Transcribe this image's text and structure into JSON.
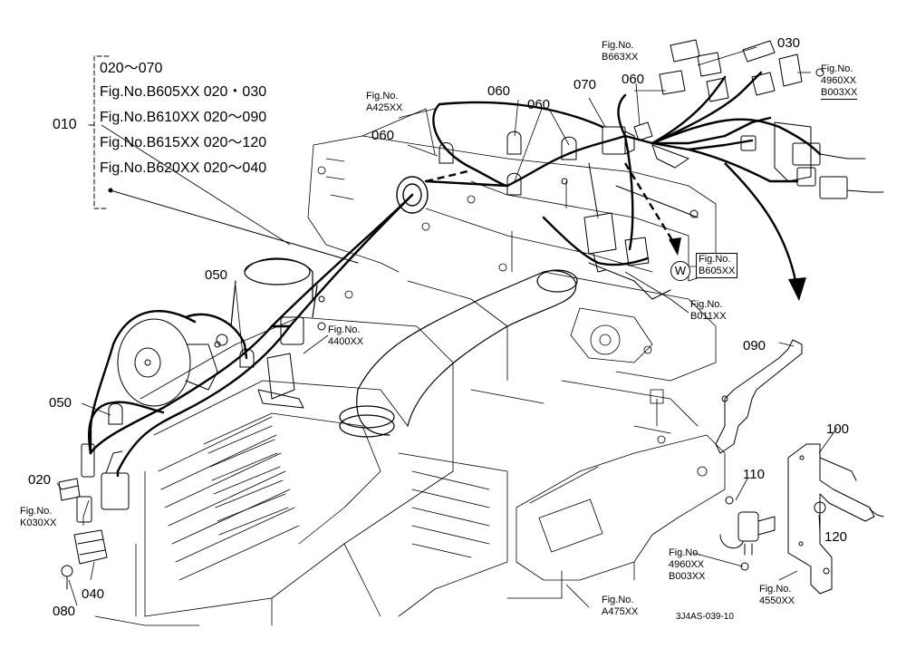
{
  "legend": {
    "main_part": "010",
    "lines": [
      "020～070",
      "Fig.No.B605XX  020・030",
      "Fig.No.B610XX  020～090",
      "Fig.No.B615XX  020～120",
      "Fig.No.B620XX  020～040"
    ]
  },
  "parts": {
    "p020": "020",
    "p030": "030",
    "p040": "040",
    "p050a": "050",
    "p050b": "050",
    "p060a": "060",
    "p060b": "060",
    "p060c": "060",
    "p060d": "060",
    "p070": "070",
    "p080": "080",
    "p090": "090",
    "p100": "100",
    "p110": "110",
    "p120": "120"
  },
  "figrefs": {
    "a425": "Fig.No.\nA425XX",
    "b663": "Fig.No.\nB663XX",
    "r4960top": "Fig.No.\n4960XX\nB003XX",
    "b605": "Fig.No.\nB605XX",
    "b011": "Fig.No.\nB011XX",
    "r4400": "Fig.No.\n4400XX",
    "k030": "Fig.No.\nK030XX",
    "r4960bot": "Fig.No.\n4960XX\nB003XX",
    "a475": "Fig.No.\nA475XX",
    "r4550": "Fig.No.\n4550XX"
  },
  "connector_mark": "W",
  "drawing_code": "3J4AS-039-10",
  "colors": {
    "line": "#000000",
    "background": "#ffffff"
  }
}
